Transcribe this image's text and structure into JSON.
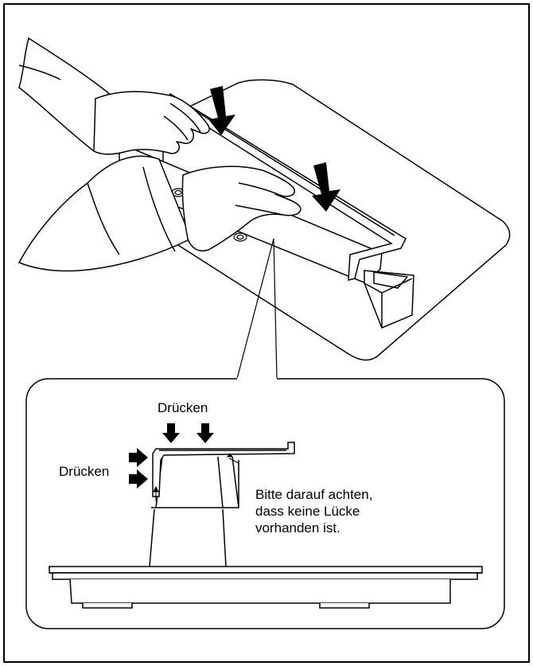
{
  "labels": {
    "press_top": "Drücken",
    "press_side": "Drücken",
    "note_line1": "Bitte darauf achten,",
    "note_line2": "dass keine Lücke",
    "note_line3": "vorhanden ist."
  },
  "colors": {
    "line": "#000000",
    "fill": "#ffffff"
  },
  "icons": {
    "press_arrow": "down-arrow-icon",
    "side_arrow": "right-arrow-icon"
  }
}
